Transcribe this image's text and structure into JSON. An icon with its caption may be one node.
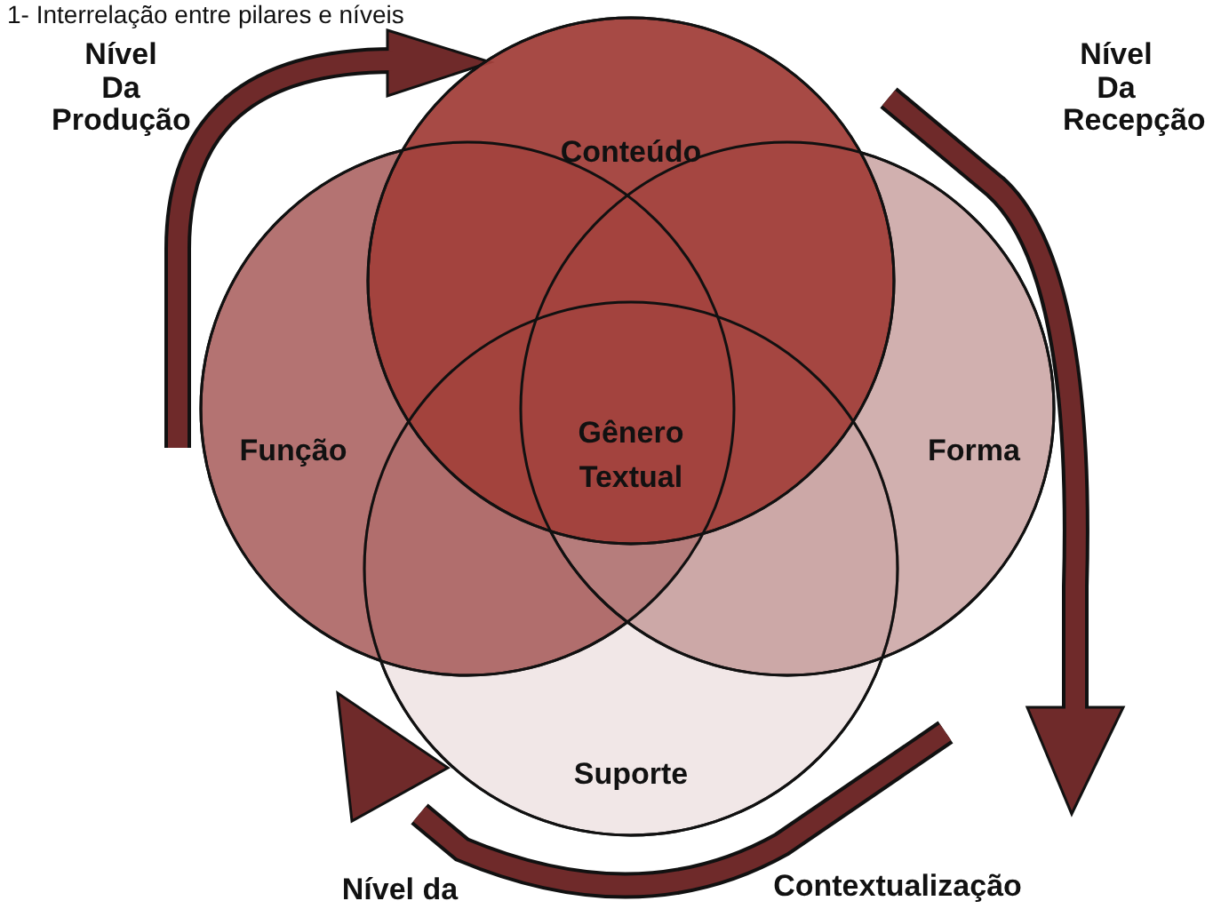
{
  "diagram": {
    "title": "1- Interrelação entre pilares e níveis",
    "nodes": [
      {
        "text": [
          "Conteúdo"
        ]
      },
      {
        "text": [
          "Função"
        ]
      },
      {
        "text": [
          "Forma"
        ]
      },
      {
        "text": [
          "Suporte"
        ]
      }
    ],
    "labels": [
      "Nível Da Produção",
      "Nível Da Recepção",
      "Gênero Textual",
      "Nível da",
      "Contextualização"
    ]
  }
}
